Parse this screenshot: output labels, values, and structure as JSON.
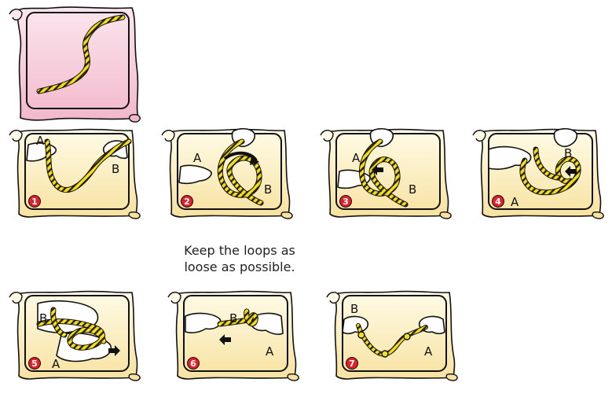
{
  "colors": {
    "parchment_pink_light": "#fbe6ee",
    "parchment_pink_dark": "#f2b8cc",
    "parchment_yellow_light": "#fffbe8",
    "parchment_yellow_dark": "#f7e2a0",
    "rope_yellow": "#f4df1c",
    "rope_stripe": "#2a2200",
    "badge_red": "#e0202a",
    "arrow_black": "#111111"
  },
  "caption": {
    "line1": "Keep the loops as",
    "line2": "loose as possible."
  },
  "steps": [
    {
      "number": "1",
      "label_a": "A",
      "label_b": "B"
    },
    {
      "number": "2",
      "label_a": "A",
      "label_b": "B"
    },
    {
      "number": "3",
      "label_a": "A",
      "label_b": "B"
    },
    {
      "number": "4",
      "label_a": "A",
      "label_b": "B"
    },
    {
      "number": "5",
      "label_a": "A",
      "label_b": "B"
    },
    {
      "number": "6",
      "label_a": "A",
      "label_b": "B"
    },
    {
      "number": "7",
      "label_a": "A",
      "label_b": "B"
    }
  ]
}
